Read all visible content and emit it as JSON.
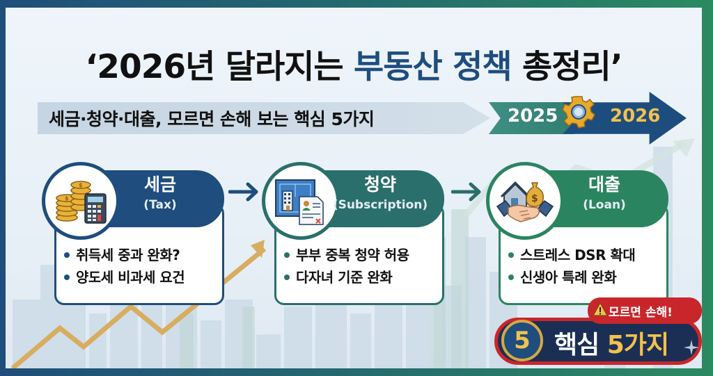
{
  "title": {
    "prefix": "‘2026년 달라지는 ",
    "highlight": "부동산 정책",
    "suffix": " 총정리’"
  },
  "subtitle": "세금·청약·대출, 모르면 손해 보는 핵심 5가지",
  "timeline": {
    "from_year": "2025",
    "to_year": "2026",
    "icon": "gear-icon"
  },
  "cards": [
    {
      "category": "세금",
      "category_en": "(Tax)",
      "icon": "coins-calculator-icon",
      "color": "#1e4d7e",
      "items": [
        "취득세 중과 완화?",
        "양도세 비과세 요건"
      ]
    },
    {
      "category": "청약",
      "category_en": "(Subscription)",
      "icon": "blueprint-document-icon",
      "color": "#2a6f6c",
      "items": [
        "부부 중복 청약 허용",
        "다자녀 기준 완화"
      ]
    },
    {
      "category": "대출",
      "category_en": "(Loan)",
      "icon": "handshake-house-moneybag-icon",
      "color": "#2b8460",
      "items": [
        "스트레스 DSR 확대",
        "신생아 특례 완화"
      ]
    }
  ],
  "badge": {
    "warning": "모르면 손해!",
    "number": "5",
    "label_white": "핵심 ",
    "label_yellow": "5가지"
  },
  "colors": {
    "navy": "#1e4d7e",
    "teal": "#2a6f6c",
    "green": "#2b8460",
    "gold": "#f2c14e",
    "red": "#c8262a"
  }
}
